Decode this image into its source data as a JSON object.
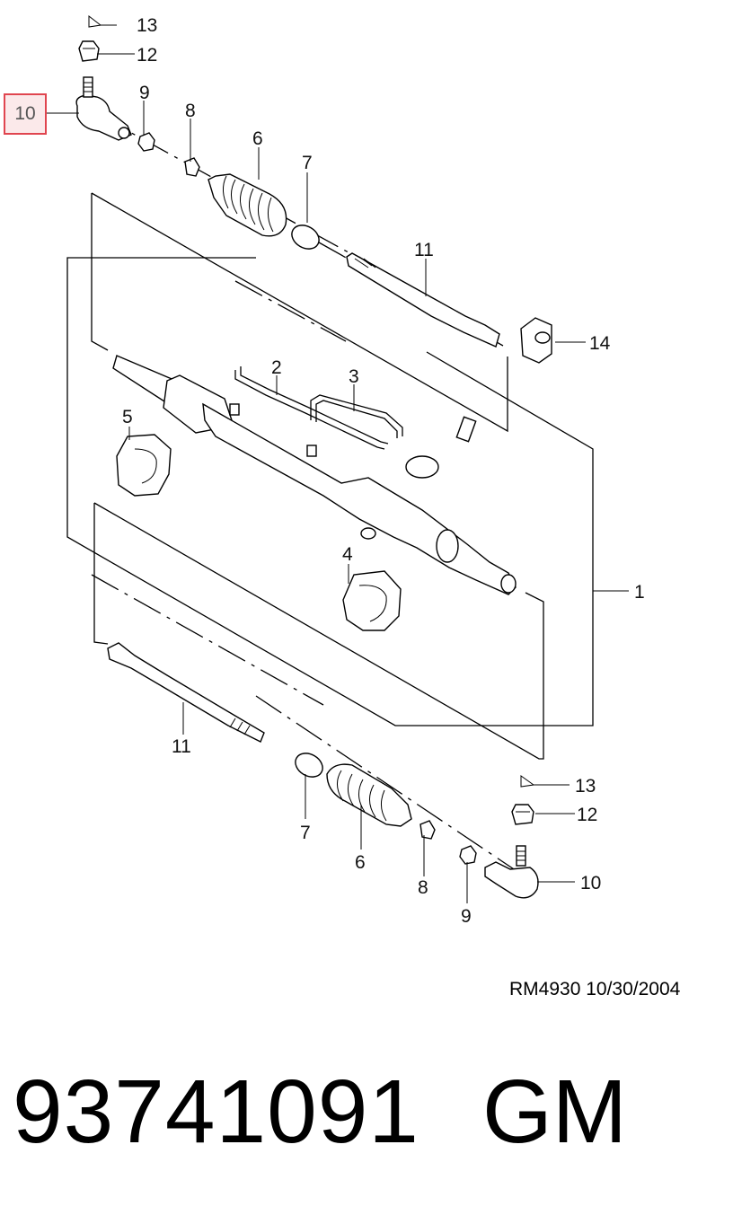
{
  "callouts": {
    "c1": "1",
    "c2": "2",
    "c3": "3",
    "c4": "4",
    "c5": "5",
    "c6_top": "6",
    "c7_top": "7",
    "c8_top": "8",
    "c9_top": "9",
    "c10_top": "10",
    "c11_top": "11",
    "c12_top": "12",
    "c13_top": "13",
    "c14": "14",
    "c6_bot": "6",
    "c7_bot": "7",
    "c8_bot": "8",
    "c9_bot": "9",
    "c10_bot": "10",
    "c11_bot": "11",
    "c12_bot": "12",
    "c13_bot": "13"
  },
  "highlight": {
    "label": "10",
    "color": "#e0454f",
    "fill": "#fbe9ea"
  },
  "footer": {
    "ref_code": "RM4930  10/30/2004",
    "part_number": "93741091",
    "brand": "GM"
  }
}
